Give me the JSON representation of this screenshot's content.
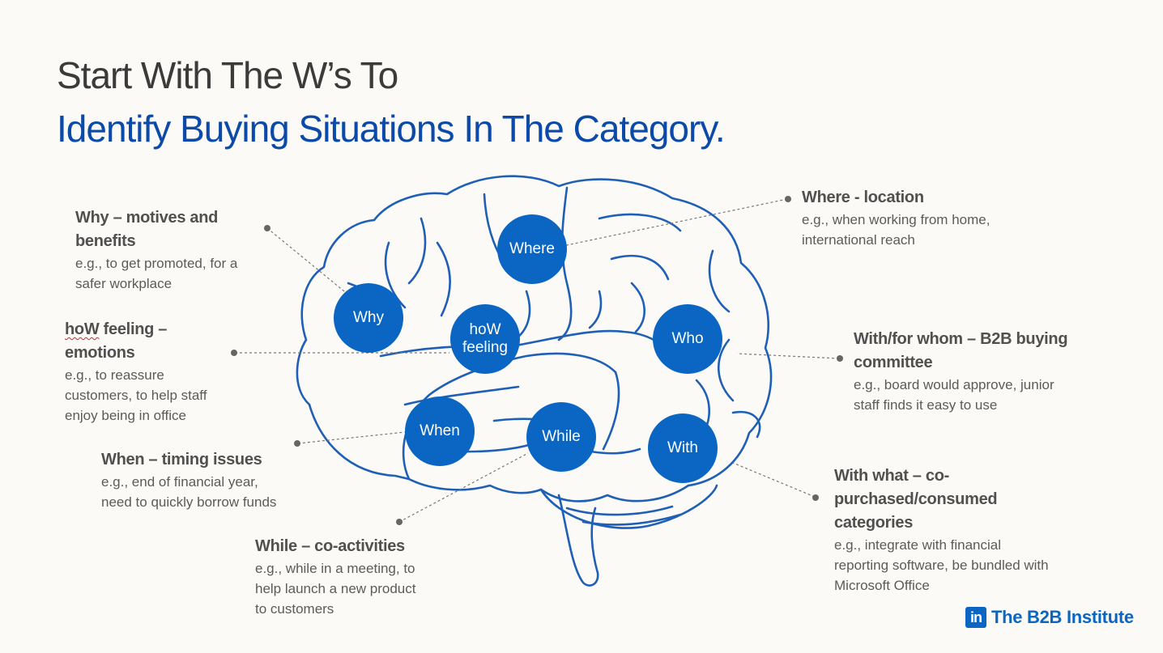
{
  "title": {
    "line1": "Start With The W’s To",
    "line2": "Identify Buying Situations In The Category."
  },
  "nodes": {
    "where": "Where",
    "why": "Why",
    "how_1": "hoW",
    "how_2": "feeling",
    "who": "Who",
    "when": "When",
    "while": "While",
    "with": "With"
  },
  "callouts": {
    "why": {
      "head_1": "Why – motives and",
      "head_2": "benefits",
      "desc_1": "e.g., to get promoted, for a",
      "desc_2": "safer workplace"
    },
    "how": {
      "head_word": "hoW",
      "head_rest": " feeling –",
      "head_2": "emotions",
      "desc_1": "e.g., to reassure",
      "desc_2": "customers, to help staff",
      "desc_3": "enjoy being in office"
    },
    "when": {
      "head_1": "When – timing issues",
      "desc_1": "e.g., end of financial year,",
      "desc_2": "need to quickly borrow funds"
    },
    "while": {
      "head_1": "While – co-activities",
      "desc_1": "e.g., while in a meeting, to",
      "desc_2": "help launch a new product",
      "desc_3": "to customers"
    },
    "where": {
      "head_1": "Where - location",
      "desc_1": "e.g., when working from home,",
      "desc_2": "international reach"
    },
    "who": {
      "head_1": "With/for whom – B2B buying",
      "head_2": "committee",
      "desc_1": "e.g., board would approve, junior",
      "desc_2": "staff finds it easy to use"
    },
    "with": {
      "head_1": "With what – co-",
      "head_2": "purchased/consumed",
      "head_3": "categories",
      "desc_1": "e.g., integrate with financial",
      "desc_2": "reporting software, be bundled with",
      "desc_3": "Microsoft Office"
    }
  },
  "brand": {
    "logo": "in",
    "name": "The B2B Institute"
  },
  "colors": {
    "background": "#fcfaf6",
    "accent_blue": "#0a66c2",
    "title_blue": "#0b4aa8",
    "brain_outline": "#1f5fb5"
  }
}
